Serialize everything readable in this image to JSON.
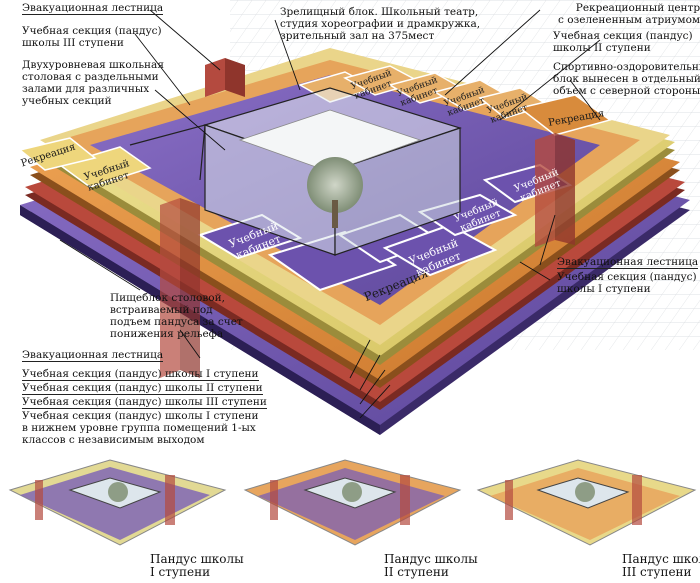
{
  "main": {
    "labels_left": [
      {
        "text": "Эвакуационная лестница"
      },
      {
        "text": "Учебная секция (пандус)\nшколы III ступени"
      },
      {
        "text": "Двухуровневая школьная\nстоловая с раздельными\nзалами для различных\nучебных секций"
      },
      {
        "text": "Пищеблок столовой,\nвстраиваемый под\nподъем пандуса за счет\nпонижения рельефа"
      },
      {
        "text": "Эвакуационная лестница"
      },
      {
        "text": "Учебная секция (пандус) школы I ступени"
      },
      {
        "text": "Учебная секция (пандус) школы II ступени"
      },
      {
        "text": "Учебная секция (пандус) школы III ступени"
      },
      {
        "text": "Учебная секция (пандус) школы I ступени\nв нижнем уровне группа помещений 1-ых\nклассов с независимым выходом"
      }
    ],
    "label_top": {
      "text": "Зрелищный блок. Школьный театр,\nстудия хореографии и драмкружка,\nзрительный зал на 375мест"
    },
    "labels_right": [
      {
        "text": "Рекреационный центр\nс озелененным атриумом"
      },
      {
        "text": "Учебная секция (пандус)\nшколы II ступени"
      },
      {
        "text": "Спортивно-оздоровительный\nблок вынесен в отдельный\nобъем с северной стороны"
      },
      {
        "text": "Эвакуационная лестница"
      },
      {
        "text": "Учебная секция (пандус)\nшколы I ступени"
      }
    ],
    "room_labels": {
      "recreation_nw": "Рекреация",
      "recreation_ne": "Рекреация",
      "recreation_s": "Рекреация",
      "class_a": "Учебный\nкабинет",
      "class_b": "Учебный\nкабинет",
      "class_c": "Учебный\nкабинет",
      "class_d": "Учебный\nкабинет",
      "class_e": "Учебный\nкабинет",
      "class_f": "Учебный\nкабинет",
      "class_g": "Учебный\nкабинет",
      "class_h": "Учебный\nкабинет",
      "class_i": "Учебный\nкабинет"
    }
  },
  "thumbnails": [
    {
      "caption": "Пандус школы\nI ступени"
    },
    {
      "caption": "Пандус школы\nII ступени"
    },
    {
      "caption": "Пандус школы\nIII ступени"
    }
  ],
  "colors": {
    "purple": "#7b5fb8",
    "orange": "#e3913e",
    "yellow": "#e8da7a",
    "red": "#b8433a",
    "glass": "#d8e6ee"
  }
}
